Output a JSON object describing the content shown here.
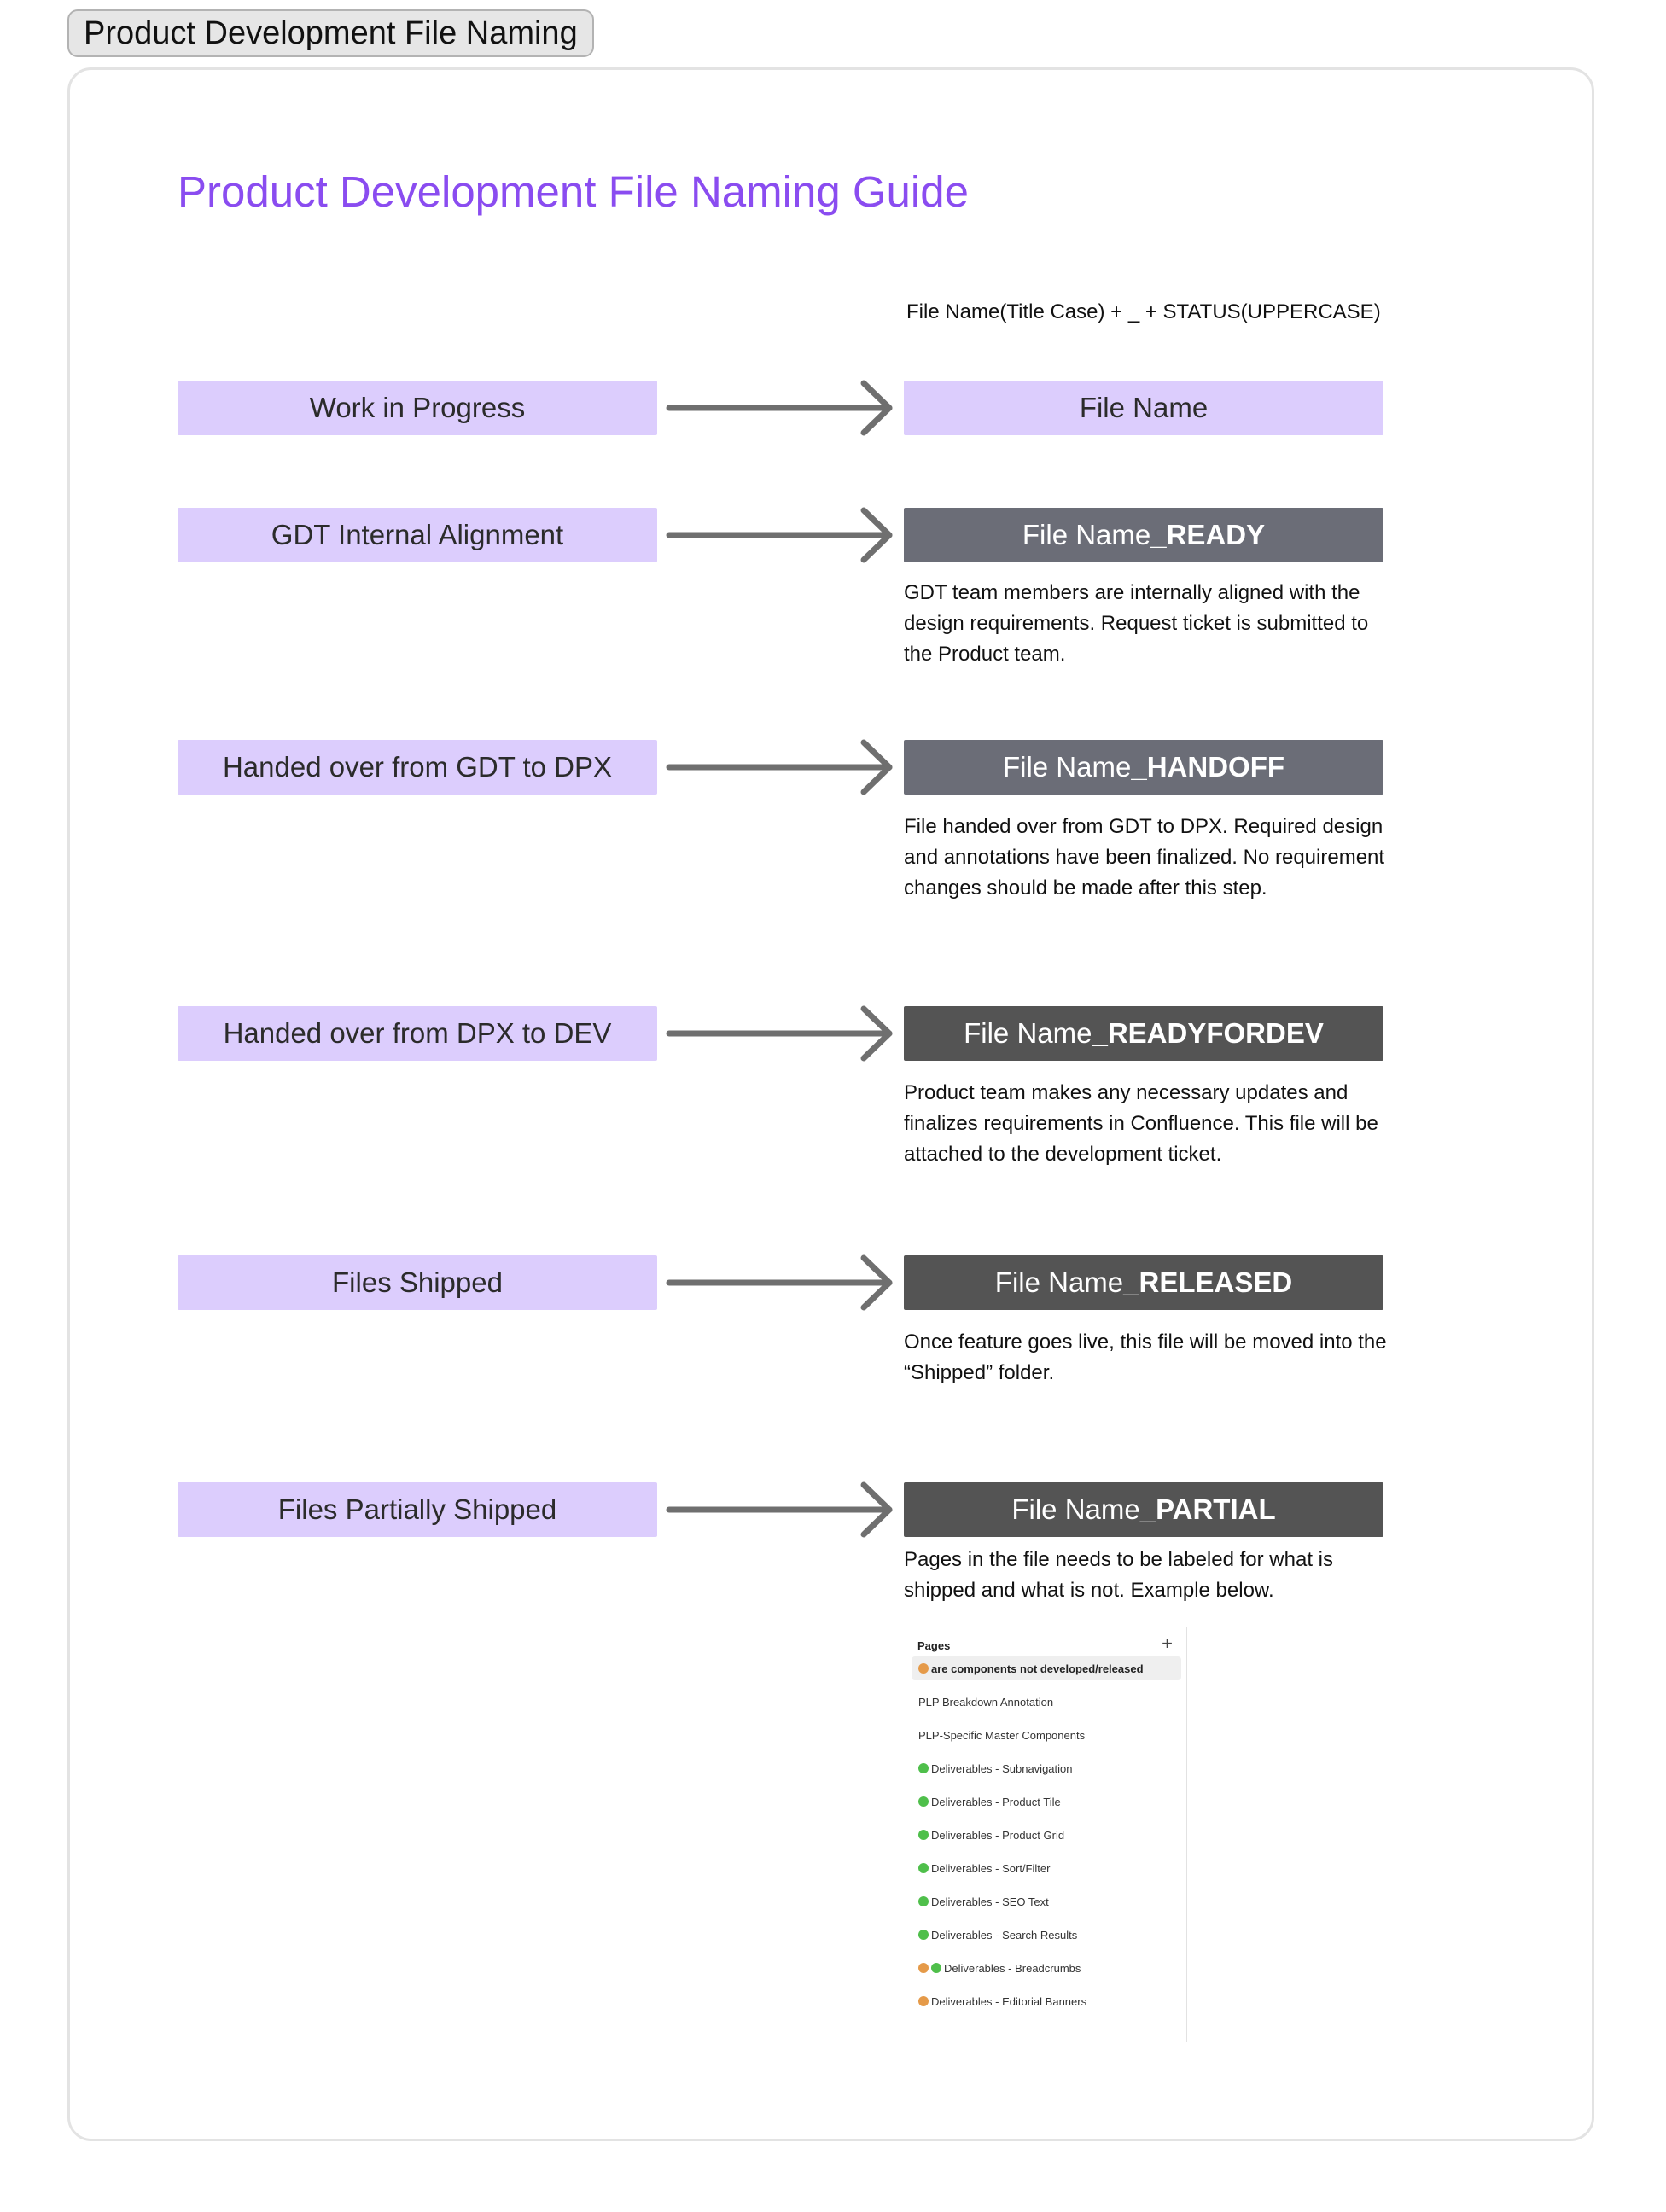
{
  "frame": {
    "tab_label": "Product Development File Naming"
  },
  "guide": {
    "title": "Product Development File Naming Guide",
    "formula": "File Name(Title Case) + _ + STATUS(UPPERCASE)"
  },
  "rows": [
    {
      "stage": "Work in Progress",
      "file_base": "File Name",
      "status": "",
      "description": ""
    },
    {
      "stage": "GDT Internal Alignment",
      "file_base": "File Name",
      "status": "_READY",
      "description": "GDT team members are internally aligned with the design requirements. Request ticket is submitted to the Product team."
    },
    {
      "stage": "Handed over from GDT to DPX",
      "file_base": "File Name",
      "status": "_HANDOFF",
      "description": "File handed over from GDT to DPX. Required design and annotations have been finalized. No requirement changes should be made after this step."
    },
    {
      "stage": "Handed over from DPX to DEV",
      "file_base": "File Name",
      "status": "_READYFORDEV",
      "description": "Product team makes any necessary updates and finalizes requirements in Confluence. This file will be attached to the development ticket."
    },
    {
      "stage": "Files Shipped",
      "file_base": "File Name",
      "status": "_RELEASED",
      "description": "Once feature goes live, this file will be moved into the “Shipped” folder."
    },
    {
      "stage": "Files Partially Shipped",
      "file_base": "File Name",
      "status": "_PARTIAL",
      "description": "Pages in the file needs to be labeled for what is shipped and what is not. Example below."
    }
  ],
  "pages_panel": {
    "header": "Pages",
    "add_icon": "plus-icon",
    "items": [
      {
        "label": "are components not developed/released",
        "dots": [
          "orange"
        ],
        "selected": true
      },
      {
        "label": "PLP Breakdown Annotation",
        "dots": []
      },
      {
        "label": "PLP-Specific Master Components",
        "dots": []
      },
      {
        "label": "Deliverables - Subnavigation",
        "dots": [
          "green"
        ]
      },
      {
        "label": "Deliverables - Product Tile",
        "dots": [
          "green"
        ]
      },
      {
        "label": "Deliverables - Product Grid",
        "dots": [
          "green"
        ]
      },
      {
        "label": "Deliverables - Sort/Filter",
        "dots": [
          "green"
        ]
      },
      {
        "label": "Deliverables - SEO Text",
        "dots": [
          "green"
        ]
      },
      {
        "label": "Deliverables - Search Results",
        "dots": [
          "green"
        ]
      },
      {
        "label": "Deliverables - Breadcrumbs",
        "dots": [
          "orange",
          "green"
        ]
      },
      {
        "label": "Deliverables -  Editorial Banners",
        "dots": [
          "orange"
        ]
      }
    ]
  },
  "colors": {
    "title": "#8a4cf0",
    "stage_fill": "#dccdfd",
    "status_grey": "#6b6d77",
    "status_dark": "#545454",
    "arrow": "#6f6f6f",
    "dot_orange": "#e59a49",
    "dot_green": "#4fbf4b"
  }
}
